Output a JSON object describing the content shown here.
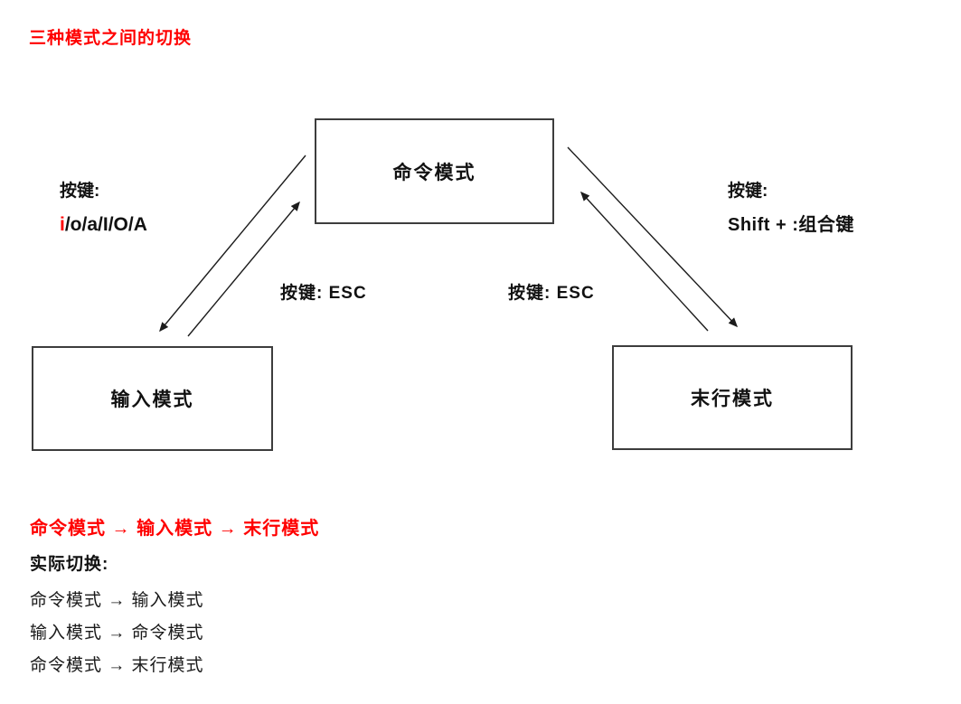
{
  "title": "三种模式之间的切换",
  "diagram": {
    "boxes": {
      "command": "命令模式",
      "input": "输入模式",
      "lastline": "末行模式"
    },
    "labels": {
      "left_key_title": "按键:",
      "left_key_red": "i",
      "left_key_rest": "/o/a/I/O/A",
      "right_key_title": "按键:",
      "right_key_value": "Shift + :组合键",
      "esc_left": "按键: ESC",
      "esc_right": "按键: ESC"
    },
    "arrows": [
      {
        "name": "command-to-input",
        "meaning": "按键: ESC"
      },
      {
        "name": "input-to-command",
        "meaning": "i/o/a/I/O/A"
      },
      {
        "name": "lastline-to-command",
        "meaning": "按键: ESC"
      },
      {
        "name": "command-to-lastline",
        "meaning": "Shift + :组合键"
      }
    ]
  },
  "summary": {
    "flow_line": "命令模式 → 输入模式 →  末行模式",
    "actual_title": "实际切换:",
    "transitions": [
      "命令模式 → 输入模式",
      "输入模式 → 命令模式",
      "命令模式 → 末行模式"
    ]
  },
  "colors": {
    "accent_red": "#ff0000",
    "text_black": "#111111",
    "box_border": "#3d3d3d"
  }
}
